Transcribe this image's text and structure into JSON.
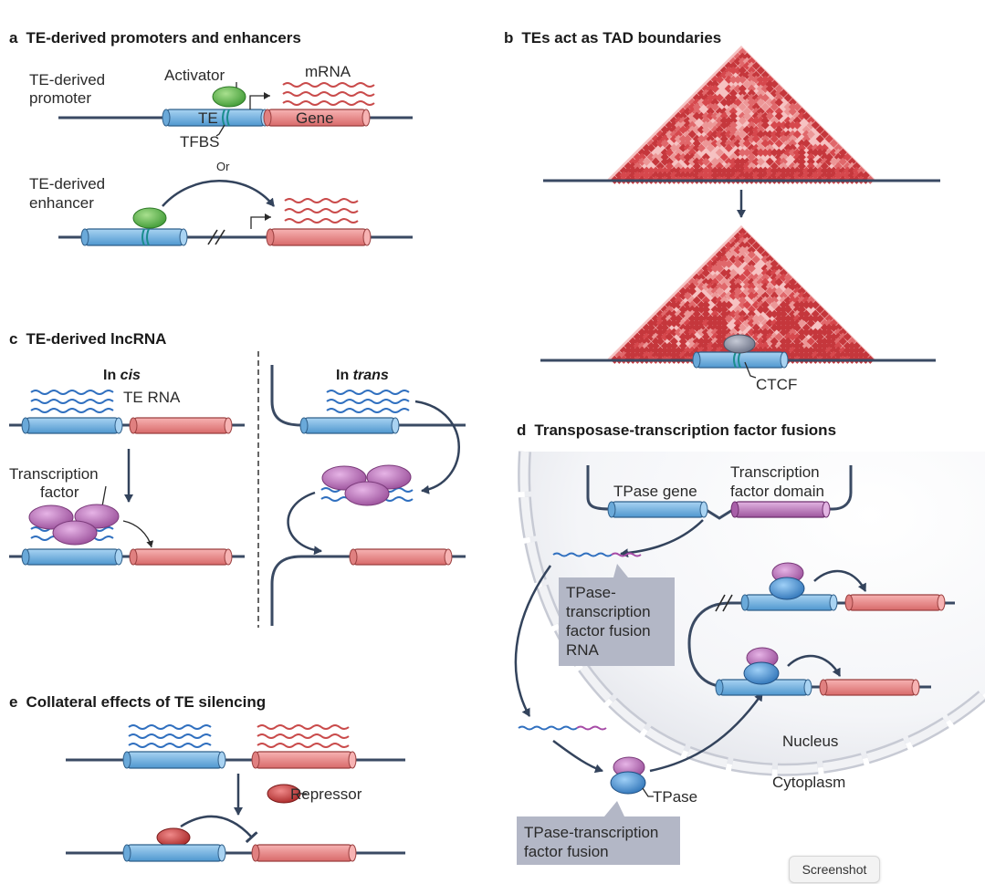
{
  "panels": {
    "a": {
      "letter": "a",
      "title": "TE-derived promoters and enhancers",
      "promoter_label_1": "TE-derived",
      "promoter_label_2": "promoter",
      "activator": "Activator",
      "mrna": "mRNA",
      "te": "TE",
      "gene": "Gene",
      "tfbs": "TFBS",
      "or": "Or",
      "enhancer_label_1": "TE-derived",
      "enhancer_label_2": "enhancer"
    },
    "b": {
      "letter": "b",
      "title": "TEs act as TAD boundaries",
      "ctcf": "CTCF"
    },
    "c": {
      "letter": "c",
      "title": "TE-derived lncRNA",
      "in_cis_prefix": "In ",
      "in_cis_italic": "cis",
      "in_trans_prefix": "In ",
      "in_trans_italic": "trans",
      "te_rna": "TE RNA",
      "tf_1": "Transcription",
      "tf_2": "factor"
    },
    "d": {
      "letter": "d",
      "title": "Transposase-transcription factor fusions",
      "tpase_gene": "TPase gene",
      "tf_domain_1": "Transcription",
      "tf_domain_2": "factor domain",
      "rna_label_lines": [
        "TPase-",
        "transcription",
        "factor fusion",
        "RNA"
      ],
      "tpase": "TPase",
      "nucleus": "Nucleus",
      "cytoplasm": "Cytoplasm",
      "fusion_label_lines": [
        "TPase-transcription",
        "factor fusion"
      ]
    },
    "e": {
      "letter": "e",
      "title": "Collateral effects of TE silencing",
      "repressor": "Repressor"
    }
  },
  "screenshot_button": "Screenshot",
  "colors": {
    "te_blue": "#78b6e4",
    "gene_red": "#ec8a8a",
    "activator_green": "#5fb84e",
    "tf_purple": "#b06ab0",
    "repressor_red": "#c23e3e",
    "dna_line": "#3a4a63",
    "callout_gray": "#b3b7c6"
  }
}
